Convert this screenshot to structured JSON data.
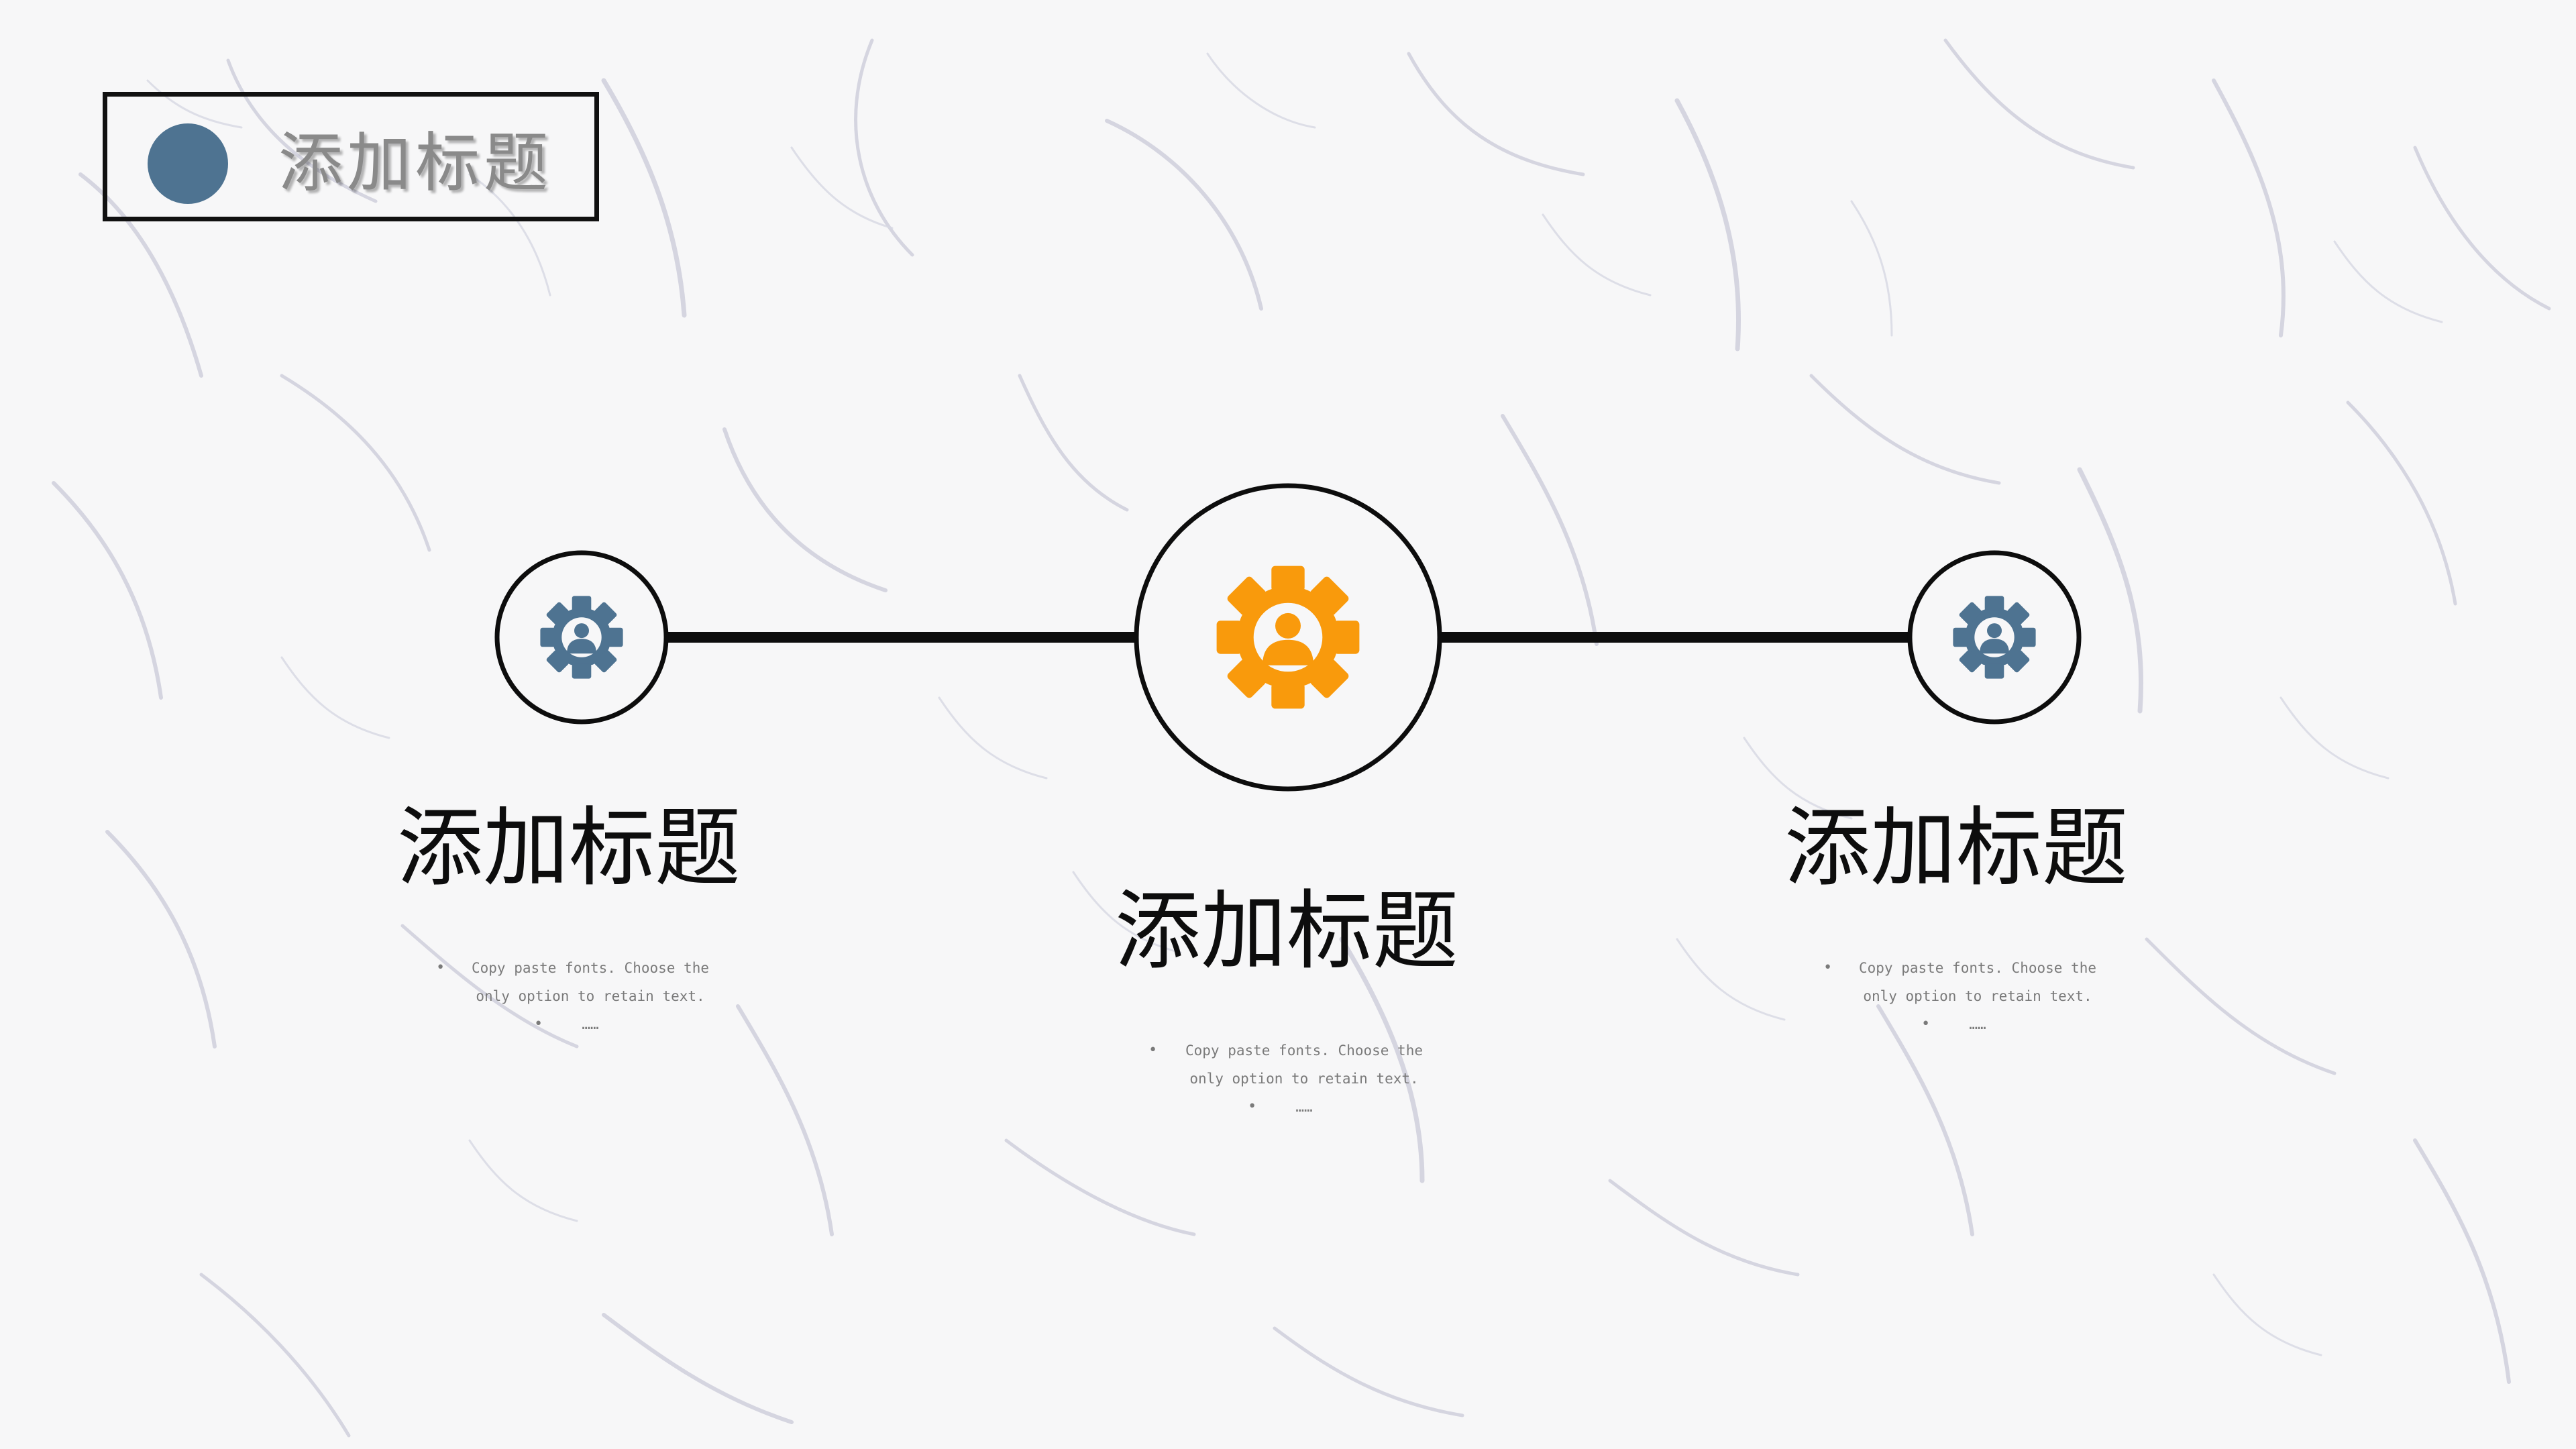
{
  "header": {
    "title": "添加标题",
    "dot_color": "#4e7391"
  },
  "colors": {
    "accent_blue": "#4e7391",
    "accent_orange": "#f99a0c",
    "line": "#0d0d0d",
    "background": "#f7f7f8"
  },
  "items": [
    {
      "title": "添加标题",
      "desc_line1": "Copy paste fonts. Choose the",
      "desc_line2": "only option to retain text.",
      "desc_line3": "……",
      "icon": "gear-person-icon",
      "icon_color": "#4e7391"
    },
    {
      "title": "添加标题",
      "desc_line1": "Copy paste fonts. Choose the",
      "desc_line2": "only option to retain text.",
      "desc_line3": "……",
      "icon": "gear-person-icon",
      "icon_color": "#f99a0c"
    },
    {
      "title": "添加标题",
      "desc_line1": "Copy paste fonts. Choose the",
      "desc_line2": "only option to retain text.",
      "desc_line3": "……",
      "icon": "gear-person-icon",
      "icon_color": "#4e7391"
    }
  ]
}
